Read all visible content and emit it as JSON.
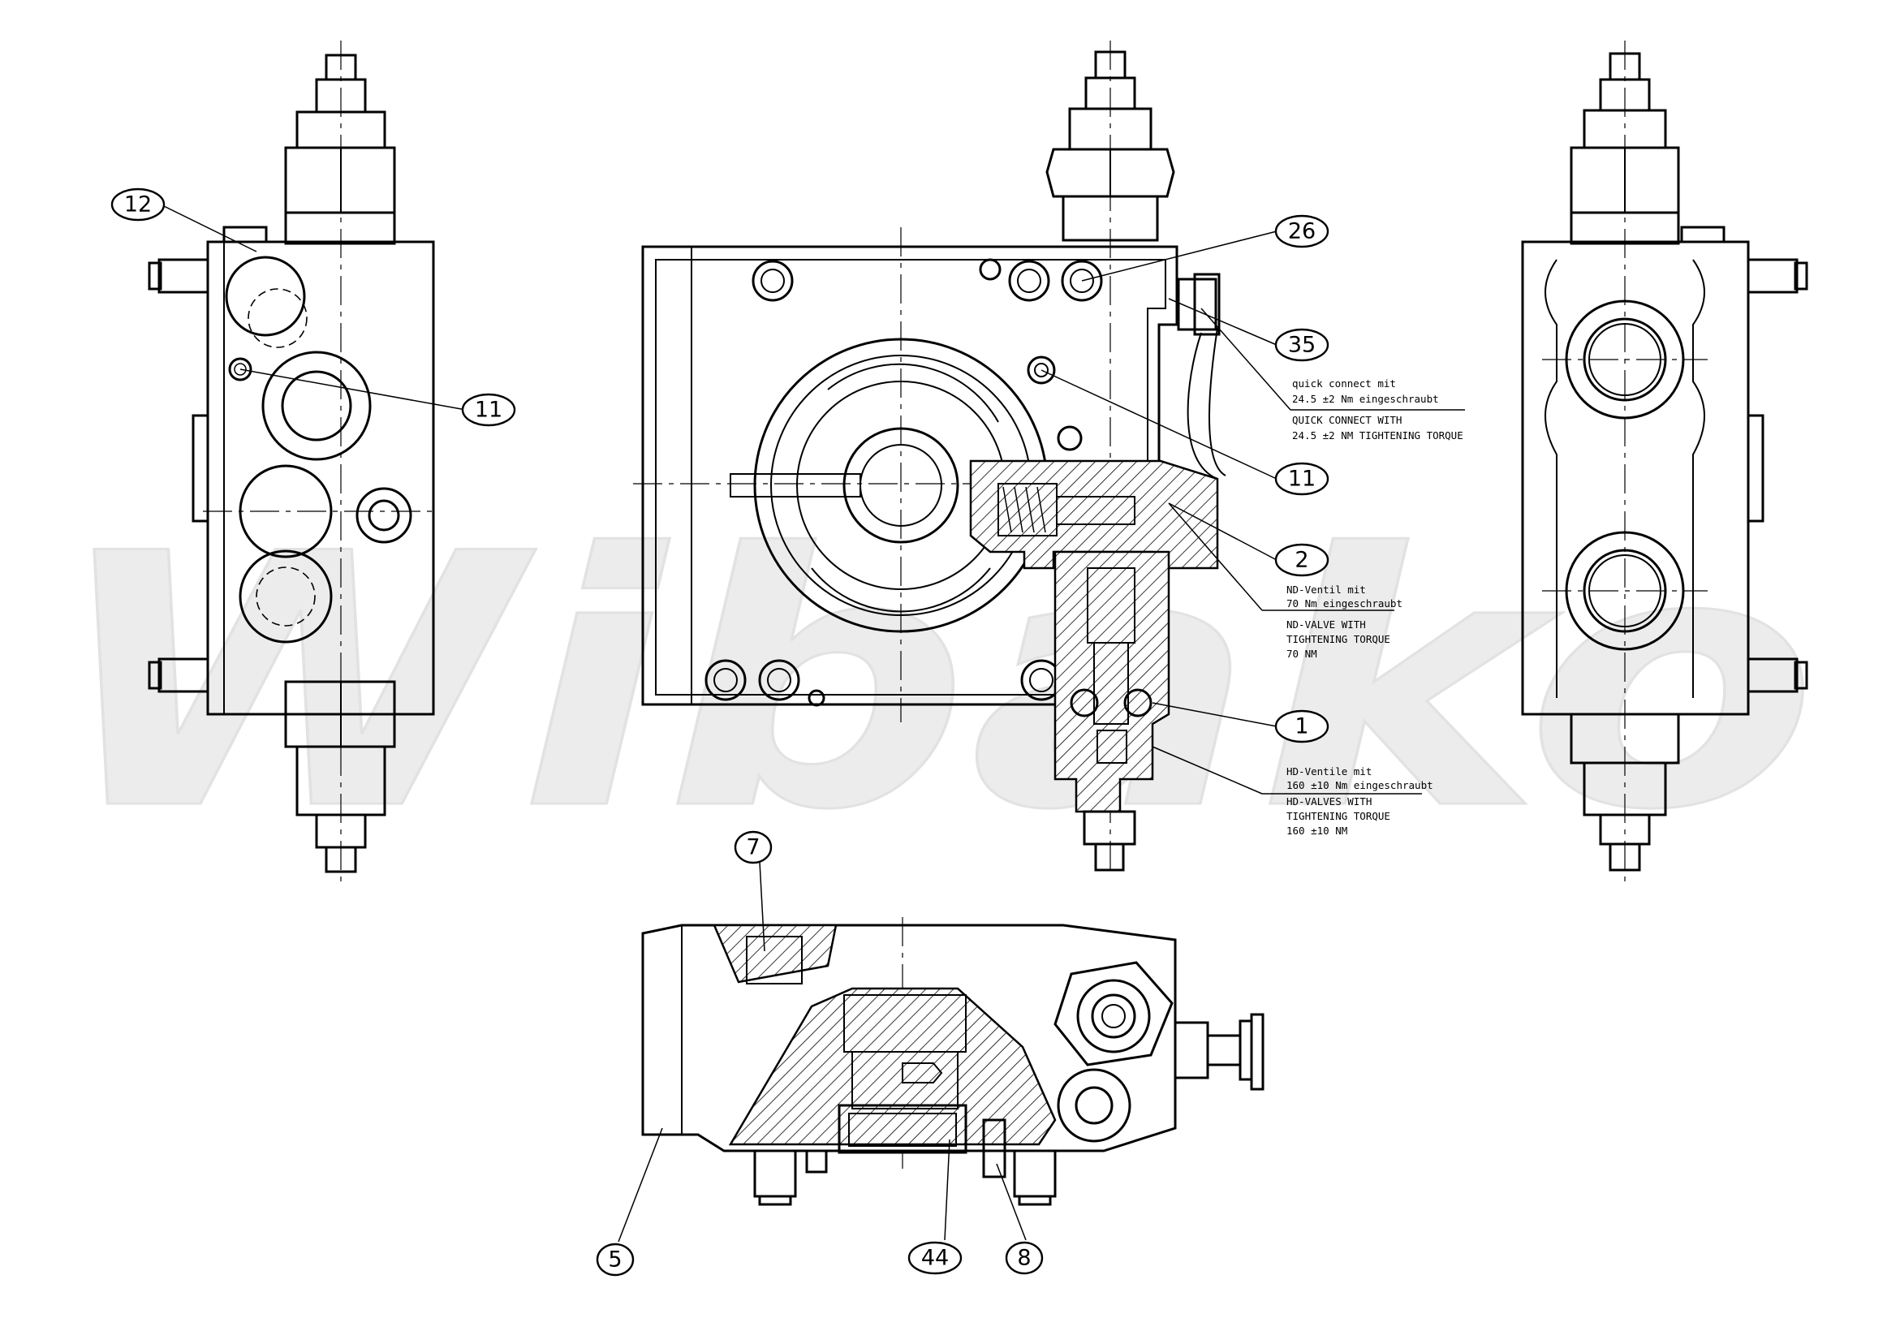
{
  "watermark": "Wibako",
  "callouts": {
    "c12": "12",
    "c11a": "11",
    "c26": "26",
    "c35": "35",
    "c11b": "11",
    "c2": "2",
    "c1": "1",
    "c7": "7",
    "c5": "5",
    "c44": "44",
    "c8": "8"
  },
  "notes": {
    "quick_connect_de_1": "quick connect mit",
    "quick_connect_de_2": "24.5 ±2 Nm eingeschraubt",
    "quick_connect_en_1": "QUICK CONNECT WITH",
    "quick_connect_en_2": "24.5 ±2 NM TIGHTENING TORQUE",
    "nd_valve_de_1": "ND-Ventil mit",
    "nd_valve_de_2": "70 Nm eingeschraubt",
    "nd_valve_en_1": "ND-VALVE WITH",
    "nd_valve_en_2": "TIGHTENING TORQUE",
    "nd_valve_en_3": "70 NM",
    "hd_valve_de_1": "HD-Ventile mit",
    "hd_valve_de_2": "160 ±10 Nm eingeschraubt",
    "hd_valve_en_1": "HD-VALVES WITH",
    "hd_valve_en_2": "TIGHTENING TORQUE",
    "hd_valve_en_3": "160 ±10 NM"
  }
}
